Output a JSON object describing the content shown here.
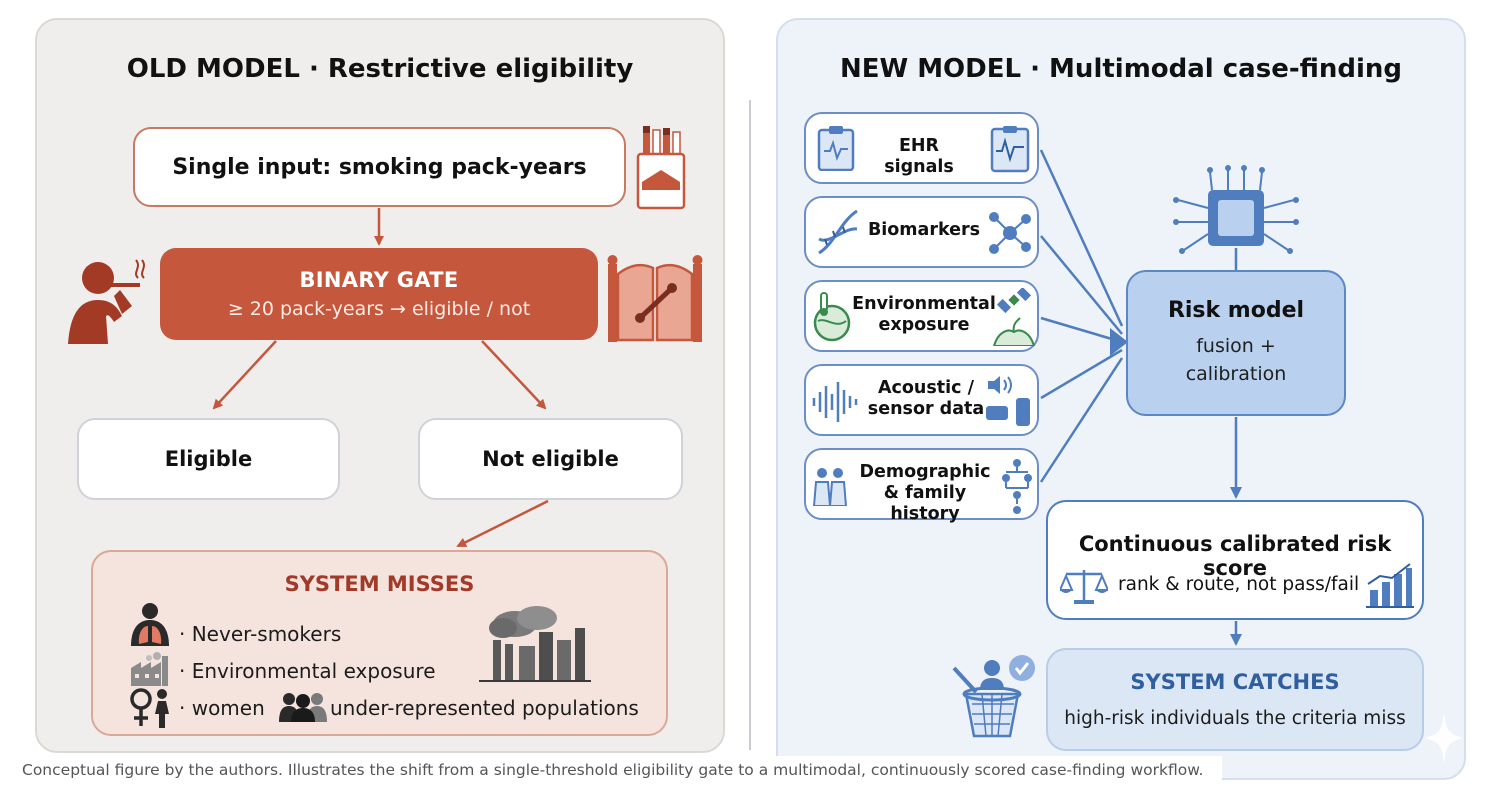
{
  "old_model": {
    "title": "OLD MODEL  ·  Restrictive eligibility",
    "single_input": "Single input: smoking pack-years",
    "gate_title": "BINARY GATE",
    "gate_rule": "≥ 20 pack-years → eligible / not",
    "eligible": "Eligible",
    "not_eligible": "Not eligible",
    "misses_title": "SYSTEM MISSES",
    "misses": {
      "never_smokers": "· Never-smokers",
      "environmental": "· Environmental exposure",
      "women": "· women",
      "underrepresented": "under-represented populations"
    }
  },
  "new_model": {
    "title": "NEW MODEL  ·  Multimodal case-finding",
    "inputs": {
      "ehr": "EHR signals",
      "biomarkers": "Biomarkers",
      "environmental": "Environmental exposure",
      "acoustic": "Acoustic / sensor data",
      "demographic": "Demographic & family history"
    },
    "risk_model_title": "Risk model",
    "risk_model_sub": "fusion + calibration",
    "score_title": "Continuous calibrated risk score",
    "score_sub": "rank & route, not pass/fail",
    "catches_title": "SYSTEM CATCHES",
    "catches_sub": "high-risk individuals the criteria miss"
  },
  "caption": "Conceptual figure by the authors. Illustrates the shift from a single-threshold eligibility gate to a multimodal, continuously scored case-finding workflow.",
  "colors": {
    "old_accent": "#c4573c",
    "old_panel": "#f0eeec",
    "new_accent": "#4f7dbd",
    "new_panel": "#eef2f9",
    "misses_fill": "#f5e3dd",
    "risk_fill": "#b9d0ee"
  },
  "icons": [
    "cigarette-pack-icon",
    "smoker-icon",
    "gate-icon",
    "lungs-person-icon",
    "factory-icon",
    "female-icon",
    "group-icon",
    "city-pollution-icon",
    "clipboard-icon",
    "ecg-monitor-icon",
    "dna-icon",
    "network-icon",
    "thermometer-globe-icon",
    "satellite-icon",
    "waveform-icon",
    "speaker-icon",
    "device-icon",
    "family-icon",
    "family-tree-icon",
    "chip-icon",
    "scale-icon",
    "bar-chart-icon",
    "catch-net-icon",
    "check-icon",
    "sparkle-icon"
  ]
}
